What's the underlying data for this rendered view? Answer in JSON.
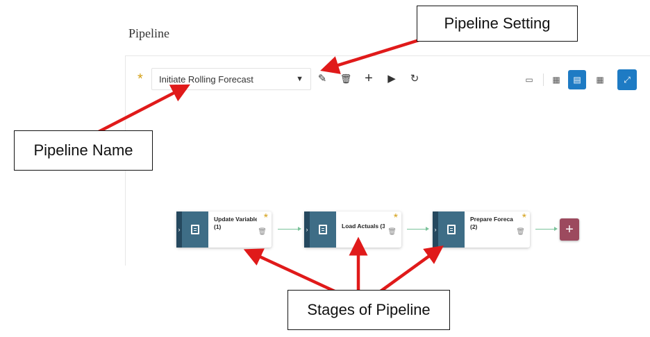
{
  "page": {
    "title": "Pipeline"
  },
  "toolbar": {
    "required_marker": "*",
    "pipeline_select": {
      "value": "Initiate Rolling Forecast",
      "caret": "▼"
    },
    "actions": [
      {
        "name": "edit-icon",
        "glyph": "✎"
      },
      {
        "name": "delete-icon",
        "glyph": "🗑"
      },
      {
        "name": "add-icon",
        "glyph": "+"
      },
      {
        "name": "run-icon",
        "glyph": "▶"
      },
      {
        "name": "refresh-icon",
        "glyph": "↻"
      }
    ],
    "view": {
      "archive_glyph": "▭",
      "grid_glyph": "▦",
      "list_glyph": "▤",
      "table_glyph": "▦",
      "expand_glyph": "⤢",
      "active": "list"
    }
  },
  "stages": [
    {
      "label_line1": "Update Variable",
      "label_line2": "(1)",
      "star": "*",
      "trash": "🗑",
      "expander": "›"
    },
    {
      "label_line1": "Load Actuals (3",
      "label_line2": "",
      "star": "*",
      "trash": "🗑",
      "expander": "›"
    },
    {
      "label_line1": "Prepare Foreca",
      "label_line2": "(2)",
      "star": "*",
      "trash": "🗑",
      "expander": "›"
    }
  ],
  "add_stage": {
    "glyph": "+"
  },
  "callouts": {
    "pipeline_setting": "Pipeline Setting",
    "pipeline_name": "Pipeline Name",
    "stages_of_pipeline": "Stages of Pipeline"
  },
  "colors": {
    "accent": "#1e7bc4",
    "stage_tile": "#3e6d86",
    "stage_tab": "#25485e",
    "add_stage": "#9c4a5e",
    "required": "#d4a017",
    "connector": "#7ac29a",
    "arrow": "#e01a1a"
  }
}
